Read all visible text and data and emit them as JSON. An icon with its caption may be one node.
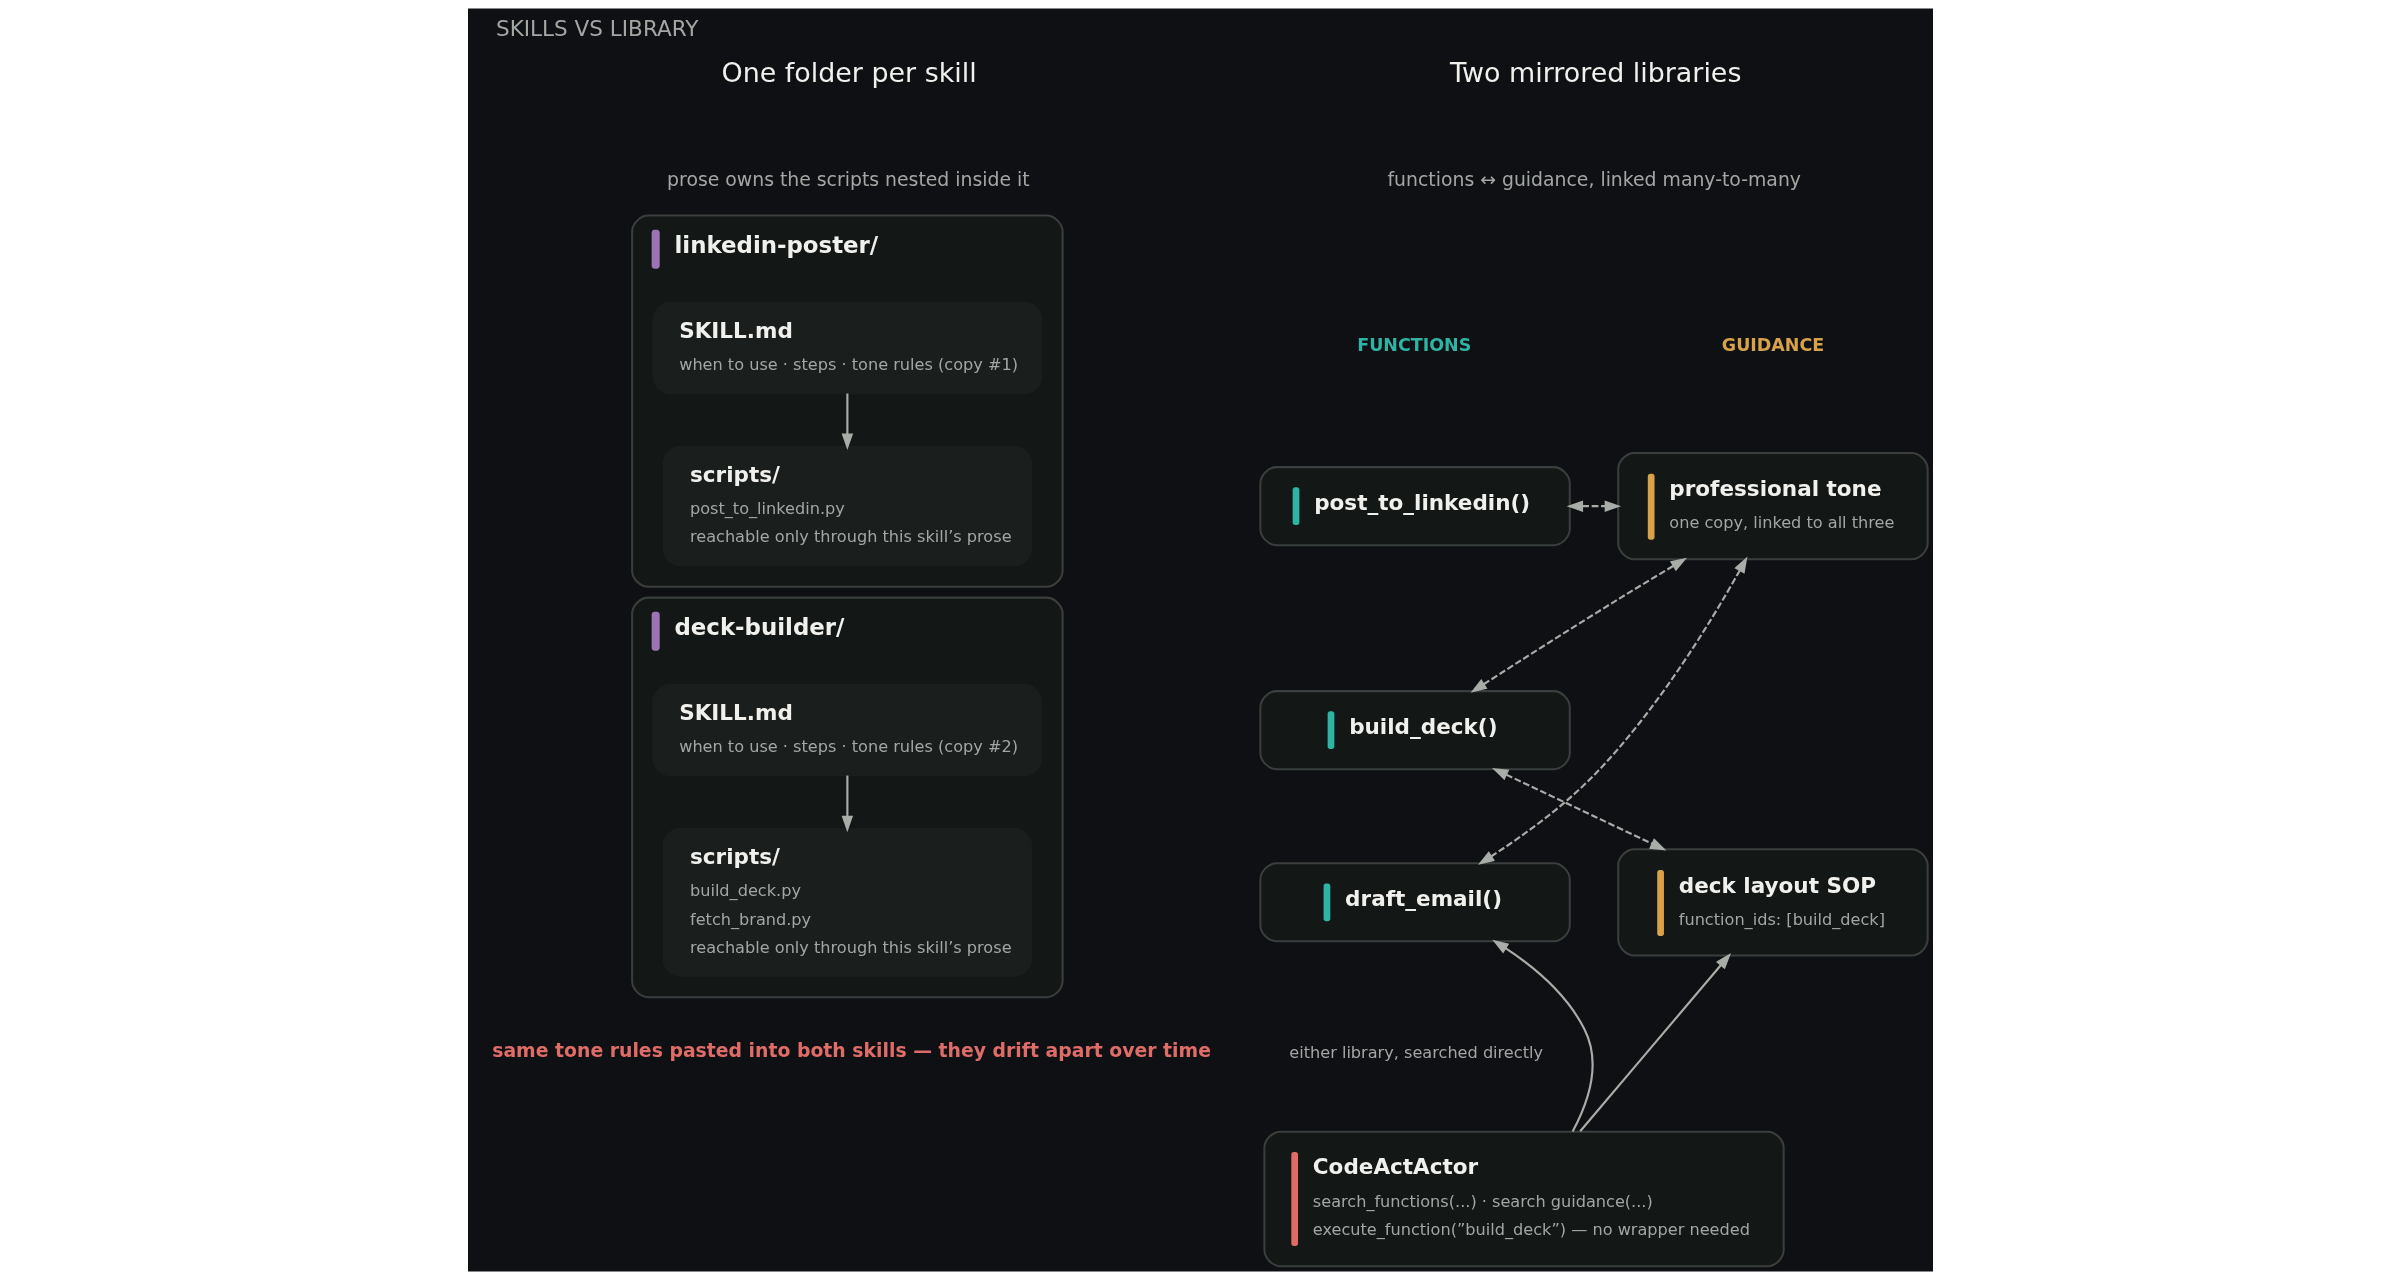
{
  "diagram": {
    "title": "SKILLS VS LIBRARY",
    "nodes": [
      {
        "text": [
          "linkedin-poster/"
        ]
      },
      {
        "text": [
          "SKILL.md",
          "when to use · steps · tone rules (copy #1)"
        ],
        "in": 0
      },
      {
        "text": [
          "scripts/",
          "post_to_linkedin.py",
          "reachable only through this skill’s prose"
        ],
        "in": 0
      },
      {
        "text": [
          "deck-builder/"
        ]
      },
      {
        "text": [
          "SKILL.md",
          "when to use · steps · tone rules (copy #2)"
        ],
        "in": 3
      },
      {
        "text": [
          "scripts/",
          "build_deck.py",
          "fetch_brand.py",
          "reachable only through this skill’s prose"
        ],
        "in": 3
      },
      {
        "text": [
          "post_to_linkedin()"
        ]
      },
      {
        "text": [
          "build_deck()"
        ]
      },
      {
        "text": [
          "draft_email()"
        ]
      },
      {
        "text": [
          "professional tone",
          "one copy, linked to all three"
        ]
      },
      {
        "text": [
          "deck layout SOP",
          "function_ids: [build_deck]"
        ]
      },
      {
        "text": [
          "CodeActActor",
          "search_functions(...) · search guidance(...)",
          "execute_function(”build_deck”) — no wrapper needed"
        ]
      }
    ],
    "edges": [
      {
        "from": 1,
        "to": 2,
        "arrow": "to"
      },
      {
        "from": 4,
        "to": 5,
        "arrow": "to"
      },
      {
        "from": 6,
        "to": 9,
        "arrow": "both",
        "style": "dashed"
      },
      {
        "from": 7,
        "to": 9,
        "arrow": "both",
        "style": "dashed"
      },
      {
        "from": 8,
        "to": 9,
        "arrow": "both",
        "style": "dashed"
      },
      {
        "from": 7,
        "to": 10,
        "arrow": "both",
        "style": "dashed"
      },
      {
        "from": 11,
        "to": 8,
        "arrow": "to"
      },
      {
        "from": 11,
        "to": 10,
        "arrow": "to"
      }
    ],
    "labels": [
      "One folder per skill",
      "prose owns the scripts nested inside it",
      "Two mirrored libraries",
      "functions ↔ guidance, linked many-to-many",
      "FUNCTIONS",
      "GUIDANCE",
      "either library, searched directly",
      "same tone rules pasted into both skills — they drift apart over time"
    ]
  }
}
